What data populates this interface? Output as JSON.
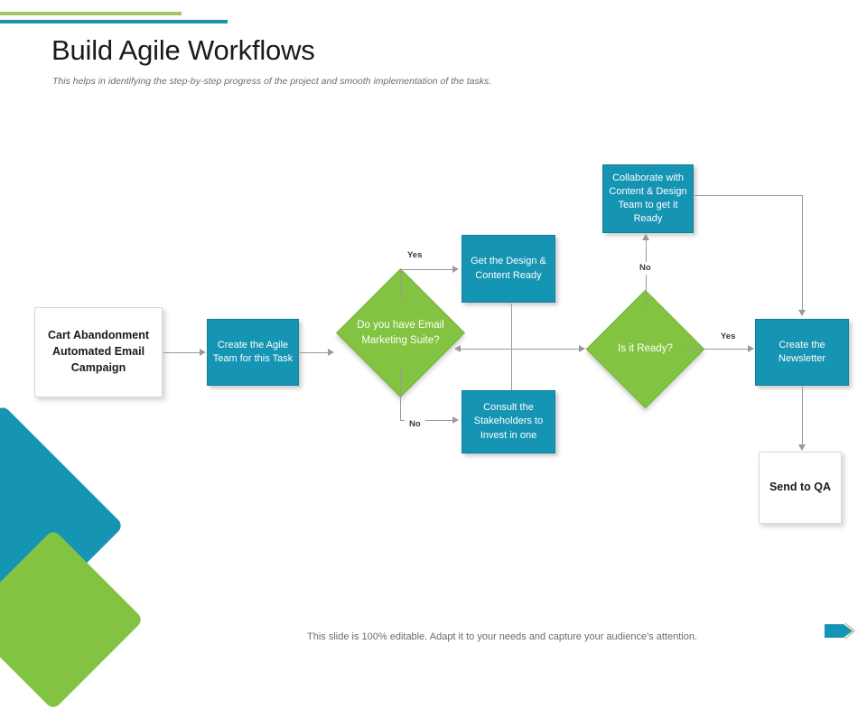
{
  "slide": {
    "title": "Build Agile Workflows",
    "subtitle": "This helps in identifying the step-by-step progress of the project and smooth implementation of the tasks.",
    "footer_note": "This slide is 100% editable. Adapt it to your needs and capture your audience's attention.",
    "footer_icon": "arrow-right-icon"
  },
  "colors": {
    "teal": "#1594b4",
    "green": "#82c341",
    "rule_green": "#a8c46a",
    "rule_teal": "#1b8fae",
    "connector": "#9a9a9a",
    "title": "#1a1a1a",
    "subtitle": "#6d6d6d",
    "footer": "#6b6b6b"
  },
  "flowchart": {
    "nodes": [
      {
        "id": "start",
        "kind": "process-white",
        "label": "Cart Abandonment Automated Email Campaign"
      },
      {
        "id": "create-team",
        "kind": "process-teal",
        "label": "Create the Agile Team for this Task"
      },
      {
        "id": "decision-1",
        "kind": "decision",
        "label": "Do you have Email Marketing Suite?"
      },
      {
        "id": "get-design",
        "kind": "process-teal",
        "label": "Get the Design & Content Ready"
      },
      {
        "id": "consult",
        "kind": "process-teal",
        "label": "Consult the Stakeholders to Invest in one"
      },
      {
        "id": "decision-2",
        "kind": "decision",
        "label": "Is it Ready?"
      },
      {
        "id": "collaborate",
        "kind": "process-teal",
        "label": "Collaborate with Content & Design Team to get it Ready"
      },
      {
        "id": "newsletter",
        "kind": "process-teal",
        "label": "Create the Newsletter"
      },
      {
        "id": "send-qa",
        "kind": "process-white",
        "label": "Send to QA"
      }
    ],
    "edge_labels": {
      "decision1_yes": "Yes",
      "decision1_no": "No",
      "decision2_yes": "Yes",
      "decision2_no": "No"
    }
  }
}
